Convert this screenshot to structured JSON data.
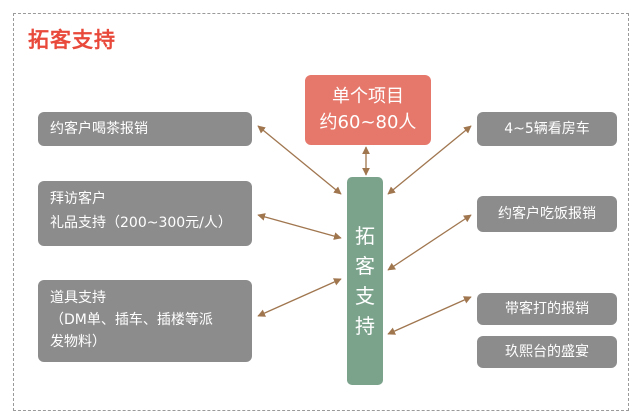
{
  "title": "拓客支持",
  "center": {
    "chars": [
      "拓",
      "客",
      "支",
      "持"
    ]
  },
  "top": {
    "line1": "单个项目",
    "line2": "约60~80人"
  },
  "left": [
    {
      "lines": [
        "约客户喝茶报销"
      ]
    },
    {
      "lines": [
        "拜访客户",
        "礼品支持（200~300元/人）"
      ]
    },
    {
      "lines": [
        "道具支持",
        "（DM单、插车、插楼等派",
        "发物料）"
      ]
    }
  ],
  "right": [
    {
      "label": "4~5辆看房车"
    },
    {
      "label": "约客户吃饭报销"
    },
    {
      "label": "带客打的报销"
    },
    {
      "label": "玖熙台的盛宴"
    }
  ],
  "colors": {
    "title": "#e8493b",
    "top_box": "#e6786b",
    "center_bar": "#7ba38c",
    "boxes": "#8c8c8c",
    "arrows": "#a0764f"
  }
}
